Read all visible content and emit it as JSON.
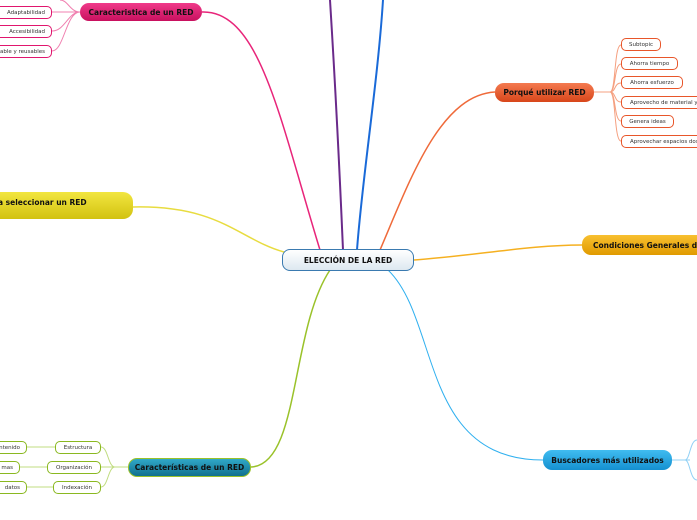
{
  "center": {
    "label": "ELECCIÓN DE LA RED"
  },
  "pink": {
    "label": "Caracteristica  de un RED",
    "color": "#e0166e",
    "children": [
      "Adaptabilidad",
      "Accesibilidad",
      "able y reusables"
    ]
  },
  "orange": {
    "label": "Porqué utilizar RED",
    "color": "#e8562a",
    "children": [
      "Subtopic",
      "Ahorra tiempo",
      "Ahorra esfuerzo",
      "Aprovecho de material y",
      "Genera ideas",
      "Aprovechar espacios dos"
    ]
  },
  "yellow": {
    "label": "a seleccionar un RED",
    "color": "#e6d21a"
  },
  "gold": {
    "label": "Condiciones Generales de",
    "color": "#f0a500"
  },
  "blue": {
    "label": "Buscadores más utilizados",
    "color": "#1ea3e0"
  },
  "teal": {
    "label": "Características de un RED",
    "color": "#1a8aa8",
    "children": [
      "Estructura",
      "Organización",
      "Indexación"
    ],
    "grandchildren": [
      "ntenido",
      "mas",
      "datos"
    ]
  }
}
